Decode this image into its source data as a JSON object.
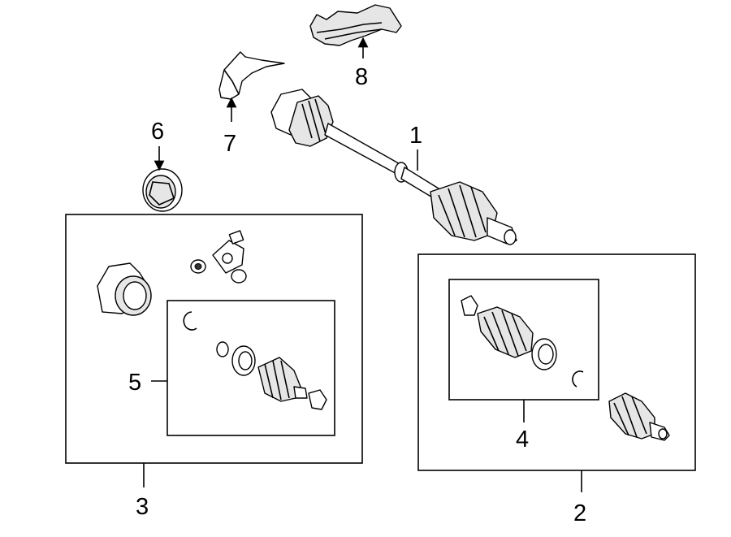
{
  "callouts": {
    "c1": "1",
    "c2": "2",
    "c3": "3",
    "c4": "4",
    "c5": "5",
    "c6": "6",
    "c7": "7",
    "c8": "8"
  },
  "colors": {
    "line": "#000000",
    "background": "#ffffff",
    "shade": "#e6e6e6"
  }
}
